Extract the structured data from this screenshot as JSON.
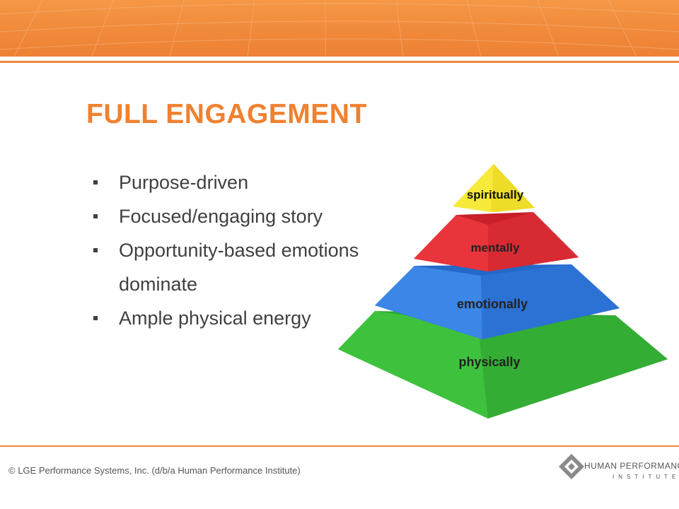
{
  "slide": {
    "title": "FULL ENGAGEMENT",
    "bullets": [
      "Purpose-driven",
      "Focused/engaging story",
      "Opportunity-based emotions",
      "dominate",
      "Ample physical energy"
    ]
  },
  "pyramid": {
    "levels": [
      {
        "label": "spiritually",
        "color": "#f7e632"
      },
      {
        "label": "mentally",
        "color": "#e8343a"
      },
      {
        "label": "emotionally",
        "color": "#2f7de0"
      },
      {
        "label": "physically",
        "color": "#3bbf3b"
      }
    ]
  },
  "footer": {
    "copyright": "© LGE Performance Systems, Inc. (d/b/a Human Performance Institute)",
    "logo_name": "HUMAN PERFORMANCE",
    "logo_reg": "®",
    "logo_sub": "INSTITUTE"
  },
  "colors": {
    "accent": "#ef8130",
    "text": "#404040"
  }
}
